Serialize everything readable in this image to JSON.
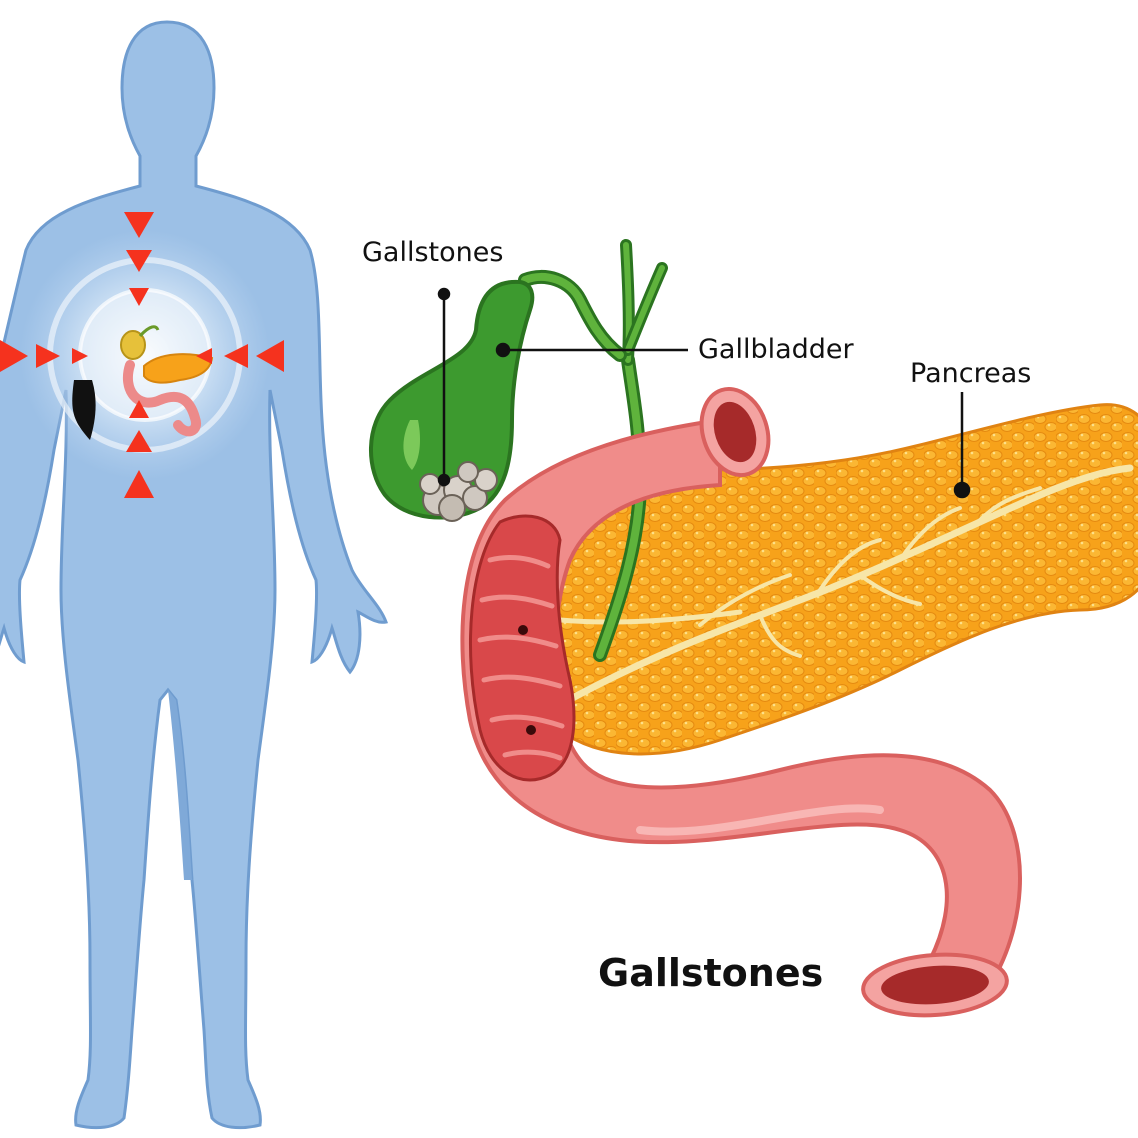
{
  "title": "Gallstones",
  "labels": {
    "gallstones": "Gallstones",
    "gallbladder": "Gallbladder",
    "pancreas": "Pancreas"
  },
  "colors": {
    "body": "#9cc0e6",
    "body_outline": "#5f8fc4",
    "pain_arrow": "#f5321e",
    "gallbladder": "#3d9a2f",
    "gallbladder_dark": "#2b7420",
    "duodenum": "#f08c8a",
    "duodenum_dark": "#d9605e",
    "lumen": "#a62a2a",
    "pancreas": "#f7a21a",
    "pancreas_light": "#fcc64a",
    "duct": "#f7e6a8",
    "stones": "#cfc8c0",
    "leader_line": "#111111"
  }
}
